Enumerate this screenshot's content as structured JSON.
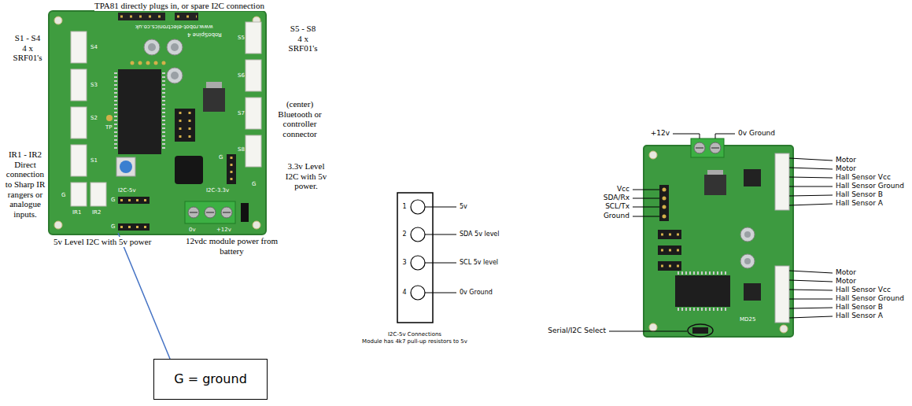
{
  "diagram": {
    "nodes": [
      {
        "text": [
          "G = ground"
        ]
      }
    ],
    "labels": [
      "TPA81 directly plugs in, or spare I2C connection",
      "S1 - S4 4 x SRF01's",
      "IR1 - IR2 Direct connection to Sharp IR rangers or analogue inputs.",
      "S5 - S8 4 x SRF01's",
      "(center) Bluetooth or controller connector",
      "3.3v Level I2C with 5v power.",
      "5v Level I2C with 5v power",
      "12vdc module power from battery",
      "www.robot-electronics.co.uk",
      "RoboSpine 4",
      "S4",
      "S3",
      "S2",
      "S1",
      "S5",
      "S6",
      "S7",
      "S8",
      "IR1",
      "IR2",
      "TP",
      "I2C-5v",
      "I2C-3.3v",
      "G",
      "G",
      "G",
      "G",
      "G",
      "0v",
      "+12v",
      "1",
      "2",
      "3",
      "4",
      "5v",
      "SDA 5v level",
      "SCL 5v level",
      "0v Ground",
      "I2C-5v Connections",
      "Module has 4k7 pull-up resistors to 5v",
      "+12v",
      "0v Ground",
      "Vcc",
      "SDA/Rx",
      "SCL/Tx",
      "Ground",
      "Motor",
      "Motor",
      "Hall Sensor Vcc",
      "Hall Sensor Ground",
      "Hall Sensor B",
      "Hall Sensor A",
      "Motor",
      "Motor",
      "Hall Sensor Vcc",
      "Hall Sensor Ground",
      "Hall Sensor B",
      "Hall Sensor A",
      "Serial/I2C Select",
      "MD25"
    ]
  }
}
